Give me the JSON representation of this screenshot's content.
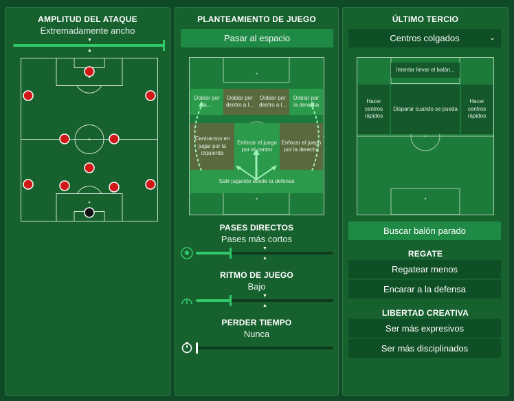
{
  "amplitud": {
    "title": "AMPLITUD DEL ATAQUE",
    "value": "Extremadamente ancho",
    "level": 1.0
  },
  "planteamiento": {
    "title": "PLANTEAMIENTO DE JUEGO",
    "button": "Pasar al espacio",
    "zones": {
      "z_doblar_izq": "Doblar por la...",
      "z_dentro_a1": "Doblar por dentro a l...",
      "z_dentro_a2": "Doblar por dentro a l...",
      "z_doblar_der": "Doblar por la derecha",
      "z_centrarnos": "Centrarnos en jugar por la izquierda",
      "z_enfocar_centro": "Enfocar el juego por el centro",
      "z_enfocar_der": "Enfocar el juego por la derecha",
      "z_salir": "Salir jugando desde la defensa"
    }
  },
  "pases": {
    "title": "PASES DIRECTOS",
    "value": "Pases más cortos",
    "level": 0.25,
    "icon": "ball-icon"
  },
  "ritmo": {
    "title": "RITMO DE JUEGO",
    "value": "Bajo",
    "level": 0.25,
    "icon": "gauge-icon"
  },
  "tiempo": {
    "title": "PERDER TIEMPO",
    "value": "Nunca",
    "level": 0.0,
    "icon": "stopwatch-icon"
  },
  "ultimo": {
    "title": "ÚLTIMO TERCIO",
    "dropdown": "Centros colgados",
    "zones": {
      "z_intentar": "Intentar llevar el balón...",
      "z_hacer_izq": "Hacer centros rápidos",
      "z_disparar": "Disparar cuando se pueda",
      "z_hacer_der": "Hacer centros rápidos"
    },
    "balon_parado": "Buscar balón parado"
  },
  "regate": {
    "title": "REGATE",
    "options": [
      "Regatear menos",
      "Encarar a la defensa"
    ]
  },
  "libertad": {
    "title": "LIBERTAD CREATIVA",
    "options": [
      "Ser más expresivos",
      "Ser más disciplinados"
    ]
  },
  "colors": {
    "accent": "#31c96a",
    "panel": "#17612f",
    "player": "#d01818",
    "keeper": "#111111"
  }
}
